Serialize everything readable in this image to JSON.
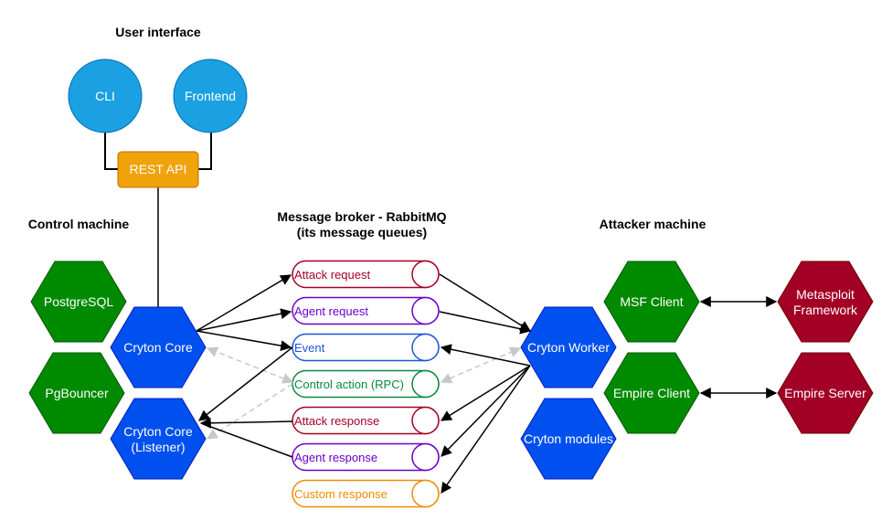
{
  "headings": {
    "user_interface": "User interface",
    "control_machine": "Control machine",
    "broker_line1": "Message broker - RabbitMQ",
    "broker_line2": "(its message queues)",
    "attacker_machine": "Attacker machine"
  },
  "nodes": {
    "cli": "CLI",
    "frontend": "Frontend",
    "rest_api": "REST API",
    "postgresql": "PostgreSQL",
    "pgbouncer": "PgBouncer",
    "cryton_core": "Cryton Core",
    "cryton_core_listener_line1": "Cryton Core",
    "cryton_core_listener_line2": "(Listener)",
    "cryton_worker": "Cryton Worker",
    "cryton_modules": "Cryton modules",
    "msf_client": "MSF Client",
    "empire_client": "Empire Client",
    "metasploit_line1": "Metasploit",
    "metasploit_line2": "Framework",
    "empire_server": "Empire Server"
  },
  "queues": [
    {
      "label": "Attack request",
      "color": "#a50026"
    },
    {
      "label": "Agent request",
      "color": "#6a00cc"
    },
    {
      "label": "Event",
      "color": "#1a57d8"
    },
    {
      "label": "Control action (RPC)",
      "color": "#0a8a3c"
    },
    {
      "label": "Attack response",
      "color": "#a50026"
    },
    {
      "label": "Agent response",
      "color": "#6a00cc"
    },
    {
      "label": "Custom response",
      "color": "#f08c00"
    }
  ],
  "colors": {
    "ui_circle": "#1ba1e2",
    "rest_api": "#f0a30a",
    "green_hex": "#008a00",
    "blue_hex": "#0050ef",
    "red_hex": "#a20025"
  }
}
